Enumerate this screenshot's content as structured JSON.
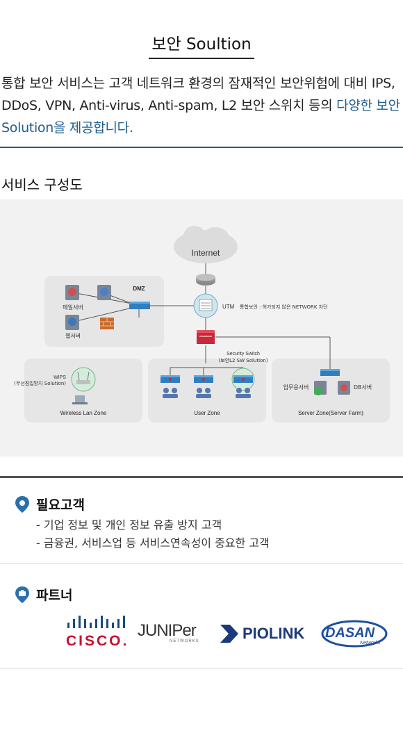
{
  "page": {
    "title": "보안 Soultion",
    "intro_part1": "통합 보안 서비스는 고객 네트워크 환경의 잠재적인 보안위험에 대비 IPS, DDoS, VPN, Anti-virus, Anti-spam, L2 보안 스위치 등의 ",
    "intro_highlight": "다양한 보안 Solution을 제공합니다.",
    "highlight_color": "#1e5f8e"
  },
  "diagram_section": {
    "title": "서비스 구성도",
    "labels": {
      "internet": "Internet",
      "dmz": "DMZ",
      "mail_server": "메일서버",
      "web_server": "웹서버",
      "utm": "UTM",
      "utm_desc": "통합보안 : 허가되지 않은 NETWORK 차단",
      "security_switch": "Security Switch",
      "security_switch_sub": "(보안L2 SW Solution)",
      "wips": "WIPS",
      "wips_sub": "(무선침입방지 Solution)",
      "wireless_zone": "Wireless Lan Zone",
      "user_zone": "User Zone",
      "server_zone": "Server Zone(Server Farm)",
      "biz_server": "업무용서버",
      "db_server": "DB서버"
    }
  },
  "customers": {
    "title": "필요고객",
    "items": [
      "- 기업 정보 및 개인 정보 유출 방지 고객",
      "- 금융권, 서비스업 등 서비스연속성이 중요한 고객"
    ]
  },
  "partners": {
    "title": "파트너",
    "logos": {
      "cisco": "CISCO.",
      "juniper": "JUNIPer",
      "juniper_sub": "NETWORKS",
      "piolink": "PIOLINK",
      "dasan": "DASAN",
      "dasan_sub": "Networks"
    }
  },
  "colors": {
    "accent_blue": "#1e5f8e",
    "pin_blue": "#2a6fb0",
    "cisco_red": "#c8102e",
    "piolink_navy": "#1b3a7a",
    "dasan_blue": "#1f4f9e"
  }
}
